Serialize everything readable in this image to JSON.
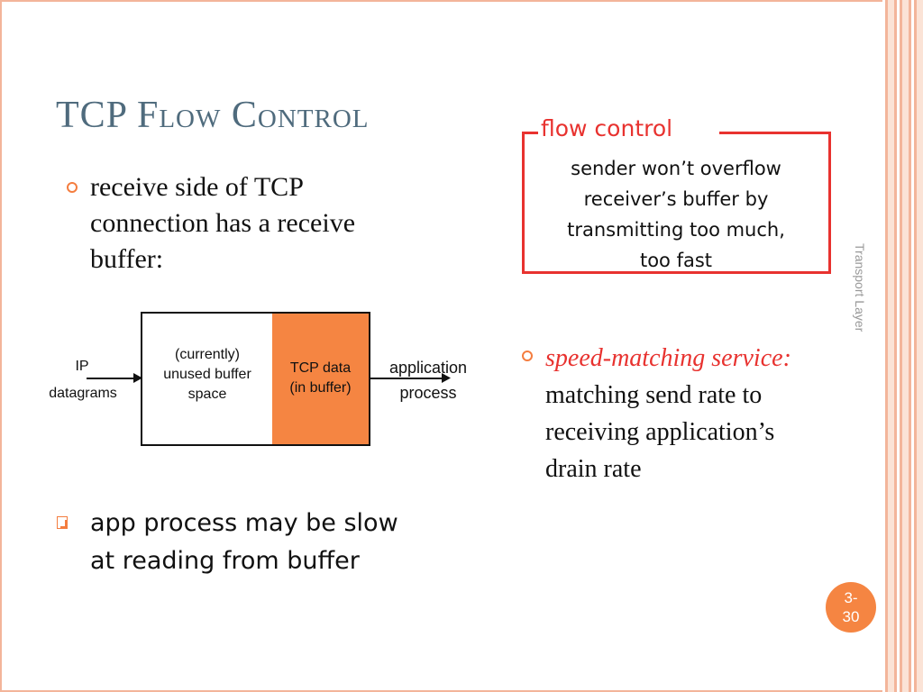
{
  "slide": {
    "title": "TCP Flow Control",
    "left_bullet": "receive side of TCP connection has a receive buffer:",
    "flow_box": {
      "title": "flow control",
      "body_lines": [
        "sender won’t overflow",
        "receiver’s buffer by",
        "transmitting too much,",
        "too fast"
      ]
    },
    "diagram": {
      "ip_label_1": "IP",
      "ip_label_2": "datagrams",
      "unused_1": "(currently)",
      "unused_2": "unused buffer",
      "unused_3": "space",
      "tcp_1": "TCP data",
      "tcp_2": "(in buffer)",
      "app_1": "application",
      "app_2": "process",
      "tcp_fill_color": "#f58542"
    },
    "right_bullet": {
      "emphasis": "speed-matching service:",
      "lines": [
        "matching  send rate to",
        "receiving application’s",
        "drain rate"
      ]
    },
    "sub_bullet": "app process may be slow at reading from buffer",
    "side_label": "Transport Layer",
    "page_number_1": "3-",
    "page_number_2": "30",
    "accent_color": "#f47d3f",
    "title_color": "#4f6b7d",
    "alert_color": "#e8322f"
  }
}
